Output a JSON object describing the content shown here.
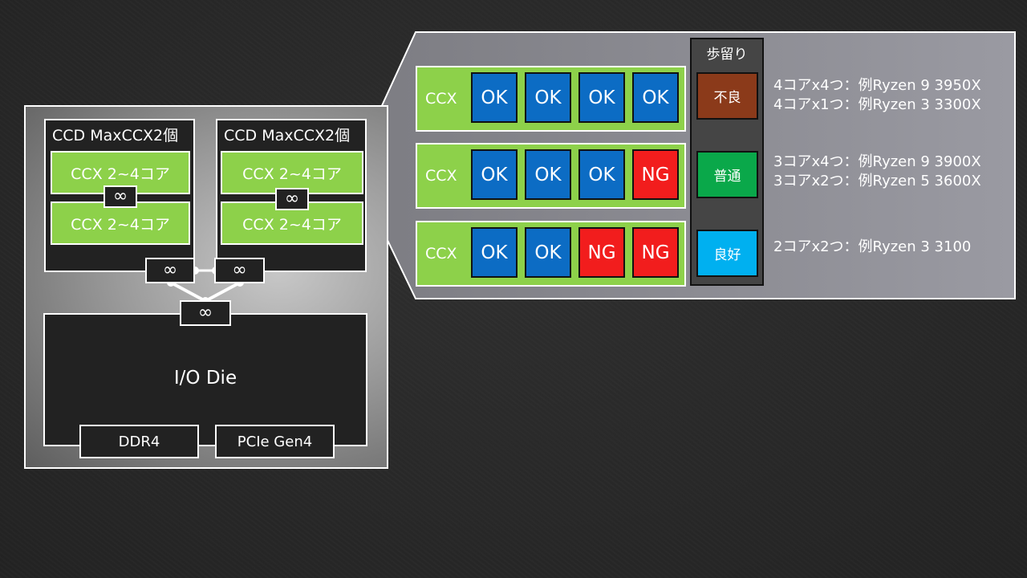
{
  "package": {
    "ccd_left": {
      "title": "CCD MaxCCX2個",
      "ccx_top": "CCX 2~4コア",
      "ccx_bottom": "CCX 2~4コア",
      "link": "∞"
    },
    "ccd_right": {
      "title": "CCD MaxCCX2個",
      "ccx_top": "CCX 2~4コア",
      "ccx_bottom": "CCX 2~4コア",
      "link": "∞"
    },
    "fabric_left": "∞",
    "fabric_right": "∞",
    "fabric_io": "∞",
    "io_die": "I/O Die",
    "ports": {
      "memory": "DDR4",
      "pcie": "PCIe Gen4"
    }
  },
  "zoom": {
    "rows": [
      {
        "label": "CCX",
        "cores": [
          "OK",
          "OK",
          "OK",
          "OK"
        ]
      },
      {
        "label": "CCX",
        "cores": [
          "OK",
          "OK",
          "OK",
          "NG"
        ]
      },
      {
        "label": "CCX",
        "cores": [
          "OK",
          "OK",
          "NG",
          "NG"
        ]
      }
    ],
    "yield": {
      "title": "歩留り",
      "grades": [
        {
          "label": "不良",
          "color": "#8b3a1a"
        },
        {
          "label": "普通",
          "color": "#0aa84a"
        },
        {
          "label": "良好",
          "color": "#00b0f0"
        }
      ]
    },
    "examples": [
      [
        "4コアx4つ：例Ryzen 9 3950X",
        "4コアx1つ：例Ryzen 3 3300X"
      ],
      [
        "3コアx4つ：例Ryzen 9 3900X",
        "3コアx2つ：例Ryzen 5 3600X"
      ],
      [
        "2コアx2つ：例Ryzen 3 3100"
      ]
    ]
  },
  "colors": {
    "ccx_green": "#8dd14a",
    "core_ok": "#0c6cc4",
    "core_ng": "#f21d1d",
    "panel_gray": "#8a8a90"
  }
}
